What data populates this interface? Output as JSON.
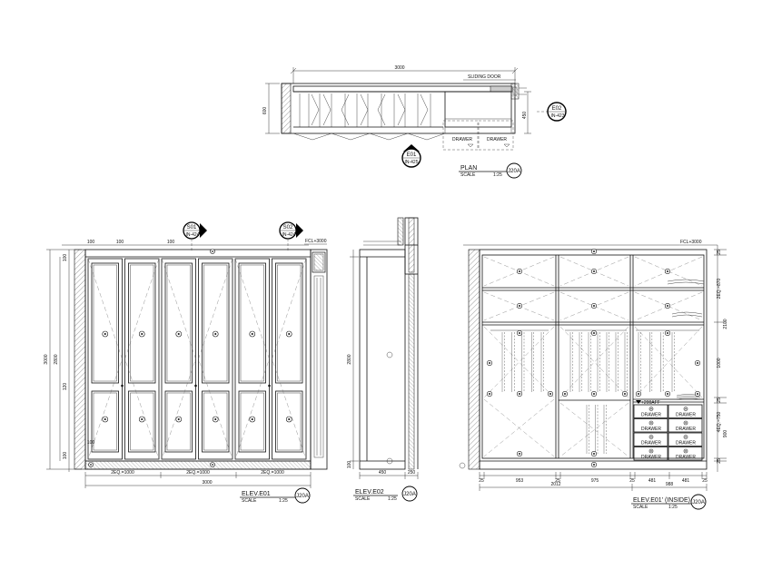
{
  "plan": {
    "dim_width": "3000",
    "dim_depth": "600",
    "dim_450": "450",
    "sliding_door": "SLIDING DOOR",
    "drawer_1": "DRAWER",
    "drawer_2": "DRAWER",
    "title": "PLAN",
    "scale": "SCALE",
    "scale_value": "1:25",
    "sheet_ref": "J20A",
    "tag_e01_top": "E01",
    "tag_e01_bottom": "IN-425",
    "tag_e02_top": "E02",
    "tag_e02_bottom": "IN-423"
  },
  "elev_e01": {
    "title": "ELEV.E01",
    "scale": "SCALE",
    "scale_value": "1:25",
    "sheet_ref": "J20A",
    "tag_s01_top": "S01",
    "tag_s01_bottom": "IN-424",
    "tag_s02_top": "S02",
    "tag_s02_bottom": "IN-424",
    "fcl": "FCL+3000",
    "dim_100_a": "100",
    "dim_100_b": "100",
    "dim_100_c": "100",
    "dim_3000_v": "3000",
    "dim_2800_v": "2800",
    "dim_100_top": "100",
    "dim_120": "120",
    "dim_100_bot": "100",
    "dim_eq_1": "2EQ.=1000",
    "dim_eq_2": "2EQ.=1000",
    "dim_eq_3": "2EQ.=1000",
    "dim_total": "3000"
  },
  "elev_e02": {
    "title": "ELEV.E02",
    "scale": "SCALE",
    "scale_value": "1:25",
    "sheet_ref": "J20A",
    "dim_2800": "2800",
    "dim_100": "100",
    "dim_450": "450",
    "dim_250": "250"
  },
  "elev_e01_inside": {
    "title": "ELEV.E01' (INSIDE)",
    "scale": "SCALE",
    "scale_value": "1:25",
    "sheet_ref": "J20A",
    "fcl": "FCL+3000",
    "dim_right_25_top": "25",
    "dim_right_2eq_870": "2EQ.=870",
    "dim_right_2100": "2100",
    "dim_right_1000": "1000",
    "dim_right_25_mid": "25",
    "dim_right_4eq_750": "4EQ.=750",
    "dim_right_900": "900",
    "dim_right_25_bot": "25",
    "bottom_dims": [
      "25",
      "953",
      "25",
      "975",
      "25",
      "481",
      "481",
      "25"
    ],
    "dim_2012": "2012",
    "dim_988": "988",
    "shelf_label": "+200AFF",
    "drawers": [
      "DRAWER",
      "DRAWER",
      "DRAWER",
      "DRAWER",
      "DRAWER",
      "DRAWER",
      "DRAWER",
      "DRAWER"
    ]
  },
  "colors": {
    "line": "#111111",
    "paper": "#ffffff",
    "hatch": "#555555"
  }
}
